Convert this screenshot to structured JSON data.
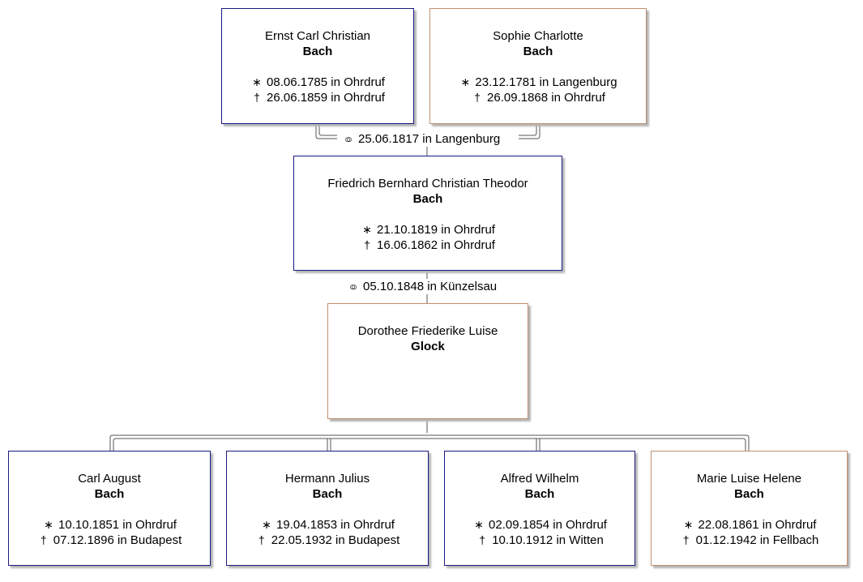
{
  "symbols": {
    "birth": "∗",
    "death": "†",
    "marriage": "○○"
  },
  "father": {
    "given": "Ernst Carl Christian",
    "surname": "Bach",
    "birth": "08.06.1785 in Ohrdruf",
    "death": "26.06.1859 in Ohrdruf"
  },
  "mother": {
    "given": "Sophie Charlotte",
    "surname": "Bach",
    "birth": "23.12.1781 in Langenburg",
    "death": "26.09.1868 in Ohrdruf"
  },
  "parents_marriage": {
    "text": "25.06.1817 in Langenburg"
  },
  "subject": {
    "given": "Friedrich Bernhard Christian Theodor",
    "surname": "Bach",
    "birth": "21.10.1819 in Ohrdruf",
    "death": "16.06.1862 in Ohrdruf"
  },
  "subject_marriage": {
    "text": "05.10.1848 in Künzelsau"
  },
  "spouse": {
    "given": "Dorothee Friederike Luise",
    "surname": "Glock"
  },
  "children": [
    {
      "given": "Carl August",
      "surname": "Bach",
      "birth": "10.10.1851 in Ohrdruf",
      "death": "07.12.1896 in Budapest"
    },
    {
      "given": "Hermann Julius",
      "surname": "Bach",
      "birth": "19.04.1853 in Ohrdruf",
      "death": "22.05.1932 in Budapest"
    },
    {
      "given": "Alfred Wilhelm",
      "surname": "Bach",
      "birth": "02.09.1854 in Ohrdruf",
      "death": "10.10.1912 in Witten"
    },
    {
      "given": "Marie Luise Helene",
      "surname": "Bach",
      "birth": "22.08.1861 in Ohrdruf",
      "death": "01.12.1942 in Fellbach"
    }
  ],
  "colors": {
    "male_border": "#1a1a80",
    "female_border": "#c09070",
    "line": "#555555"
  }
}
